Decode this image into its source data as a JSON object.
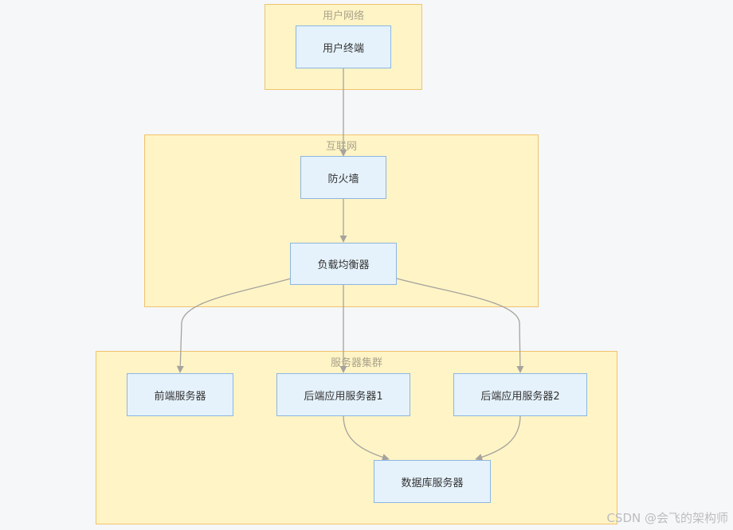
{
  "clusters": {
    "user_network": "用户网络",
    "internet": "互联网",
    "server_cluster": "服务器集群"
  },
  "nodes": {
    "user_terminal": "用户终端",
    "firewall": "防火墙",
    "load_balancer": "负载均衡器",
    "frontend_server": "前端服务器",
    "backend_server_1": "后端应用服务器1",
    "backend_server_2": "后端应用服务器2",
    "database_server": "数据库服务器"
  },
  "edges": [
    {
      "from": "user_terminal",
      "to": "firewall"
    },
    {
      "from": "firewall",
      "to": "load_balancer"
    },
    {
      "from": "load_balancer",
      "to": "frontend_server"
    },
    {
      "from": "load_balancer",
      "to": "backend_server_1"
    },
    {
      "from": "load_balancer",
      "to": "backend_server_2"
    },
    {
      "from": "backend_server_1",
      "to": "database_server"
    },
    {
      "from": "backend_server_2",
      "to": "database_server"
    }
  ],
  "watermark": "CSDN @会飞的架构师"
}
